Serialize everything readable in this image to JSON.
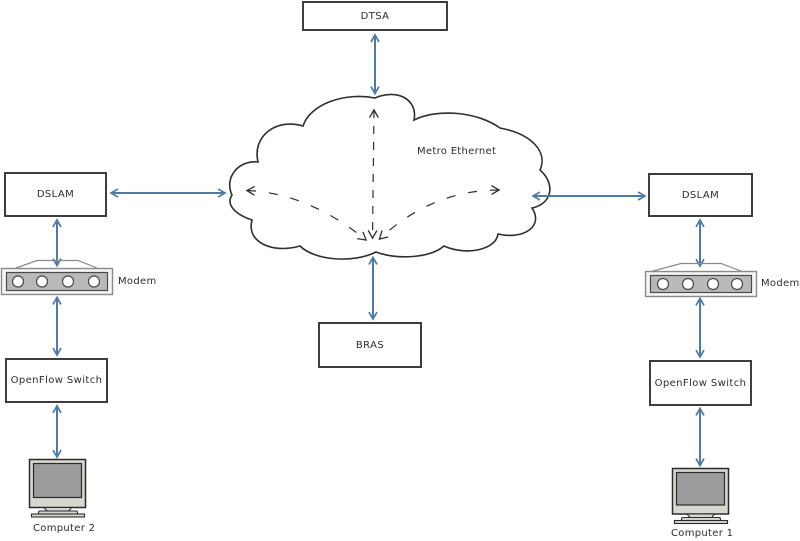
{
  "diagram": {
    "nodes": {
      "dtsa": {
        "label": "DTSA",
        "type": "box"
      },
      "metro_ethernet": {
        "label": "Metro Ethernet",
        "type": "cloud"
      },
      "bras": {
        "label": "BRAS",
        "type": "box"
      },
      "dslam_left": {
        "label": "DSLAM",
        "type": "box"
      },
      "modem_left": {
        "label": "Modem",
        "type": "device"
      },
      "openflow_left": {
        "label": "OpenFlow Switch",
        "type": "box"
      },
      "computer_left": {
        "label": "Computer 2",
        "type": "device"
      },
      "dslam_right": {
        "label": "DSLAM",
        "type": "box"
      },
      "modem_right": {
        "label": "Modem",
        "type": "device"
      },
      "openflow_right": {
        "label": "OpenFlow Switch",
        "type": "box"
      },
      "computer_right": {
        "label": "Computer 1",
        "type": "device"
      }
    },
    "edges": [
      {
        "from": "DTSA",
        "to": "Metro Ethernet",
        "style": "solid-blue-double-arrow"
      },
      {
        "from": "DSLAM (left)",
        "to": "Metro Ethernet",
        "style": "solid-blue-double-arrow"
      },
      {
        "from": "Metro Ethernet",
        "to": "DSLAM (right)",
        "style": "solid-blue-double-arrow"
      },
      {
        "from": "Metro Ethernet",
        "to": "BRAS",
        "style": "solid-blue-double-arrow"
      },
      {
        "from": "DSLAM (left)",
        "to": "Modem (left)",
        "style": "solid-blue-double-arrow"
      },
      {
        "from": "Modem (left)",
        "to": "OpenFlow Switch (left)",
        "style": "solid-blue-double-arrow"
      },
      {
        "from": "OpenFlow Switch (left)",
        "to": "Computer 2",
        "style": "solid-blue-double-arrow"
      },
      {
        "from": "DSLAM (right)",
        "to": "Modem (right)",
        "style": "solid-blue-double-arrow"
      },
      {
        "from": "Modem (right)",
        "to": "OpenFlow Switch (right)",
        "style": "solid-blue-double-arrow"
      },
      {
        "from": "OpenFlow Switch (right)",
        "to": "Computer 1",
        "style": "solid-blue-double-arrow"
      },
      {
        "from": "cloud bottom (BRAS attach)",
        "to": "cloud top (DTSA attach)",
        "style": "dashed-double-arrow-inside-cloud"
      },
      {
        "from": "cloud bottom (BRAS attach)",
        "to": "cloud left (DSLAM left attach)",
        "style": "dashed-double-arrow-inside-cloud"
      },
      {
        "from": "cloud bottom (BRAS attach)",
        "to": "cloud right (DSLAM right attach)",
        "style": "dashed-double-arrow-inside-cloud"
      }
    ],
    "colors": {
      "arrow_blue": "#4e7ba6",
      "outline_dark": "#2f2f2f",
      "box_border": "#3d3d3d",
      "text": "#2d2d2d",
      "device_body": "#b9b9b9",
      "device_frame": "#f4f4f4",
      "monitor_frame": "#d8d8d1",
      "monitor_screen": "#9c9c9c"
    }
  }
}
